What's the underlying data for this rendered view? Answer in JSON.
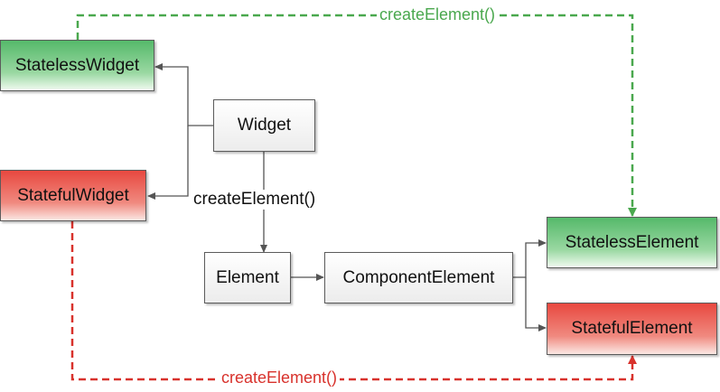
{
  "nodes": {
    "stateless_widget": "StatelessWidget",
    "stateful_widget": "StatefulWidget",
    "widget": "Widget",
    "element": "Element",
    "component_element": "ComponentElement",
    "stateless_element": "StatelessElement",
    "stateful_element": "StatefulElement"
  },
  "edges": {
    "top_label": "createElement()",
    "middle_label": "createElement()",
    "bottom_label": "createElement()"
  },
  "colors": {
    "green_dash": "#4aa84e",
    "red_dash": "#d8322c",
    "solid_line": "#555555"
  }
}
